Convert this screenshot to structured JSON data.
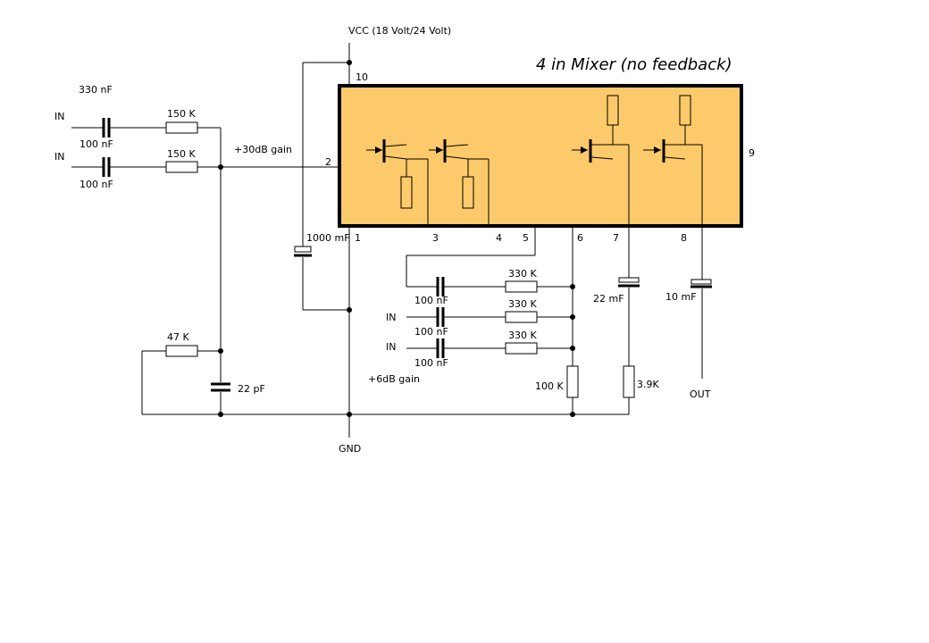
{
  "title": "4 in Mixer (no feedback)",
  "supply": {
    "vcc": "VCC  (18 Volt/24 Volt)",
    "gnd": "GND"
  },
  "pins": {
    "p1": "1",
    "p2": "2",
    "p3": "3",
    "p4": "4",
    "p5": "5",
    "p6": "6",
    "p7": "7",
    "p8": "8",
    "p9": "9",
    "p10": "10"
  },
  "inputs": {
    "in_a": "IN",
    "in_b": "IN",
    "in_c": "IN",
    "in_d": "IN"
  },
  "components": {
    "c_330n": "330 nF",
    "c_in1": "100 nF",
    "c_in2": "100 nF",
    "r_in1": "150 K",
    "r_in2": "150 K",
    "gain_main": "+30dB gain",
    "c_1000m": "1000 mF",
    "r_fb": "47 K",
    "c_22p": "22 pF",
    "r_mix1": "330 K",
    "r_mix2": "330 K",
    "r_mix3": "330 K",
    "c_mix1": "100 nF",
    "c_mix2": "100 nF",
    "c_mix3": "100 nF",
    "gain_mix": "+6dB gain",
    "r_100k": "100 K",
    "r_3k9": "3.9K",
    "c_22m": "22 mF",
    "c_10m": "10 mF"
  },
  "output": {
    "out": "OUT"
  }
}
